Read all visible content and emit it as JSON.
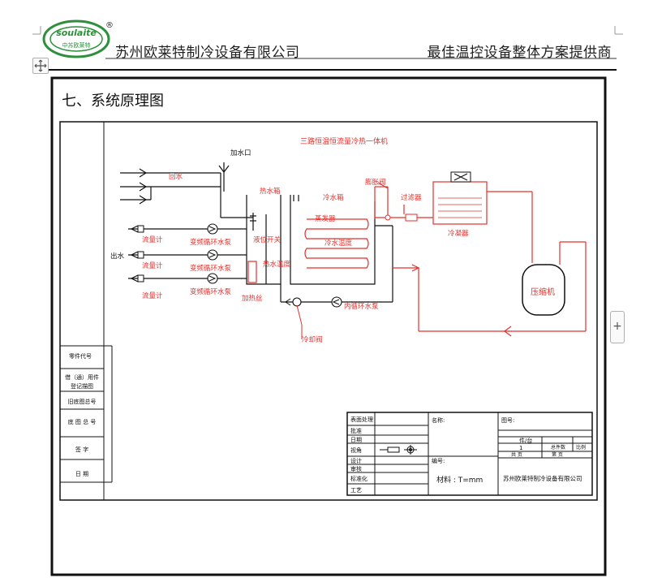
{
  "header": {
    "logo_brand": "soulaite",
    "logo_caption": "中苏欧莱特",
    "registered_mark": "®",
    "company": "苏州欧莱特制冷设备有限公司",
    "slogan": "最佳温控设备整体方案提供商"
  },
  "section_title": "七、系统原理图",
  "diagram": {
    "title": "三路恒温恒流量冷热一体机",
    "labels": {
      "water_inlet": "加水口",
      "return": "回水",
      "outlet": "出水",
      "flowmeter_1": "流量计",
      "flowmeter_2": "流量计",
      "flowmeter_3": "流量计",
      "pump_1": "变频循环水泵",
      "pump_2": "变频循环水泵",
      "pump_3": "变频循环水泵",
      "hot_tank": "热水箱",
      "level_switch": "液位开关",
      "hot_temp": "热水温度",
      "heater": "加热丝",
      "cold_tank": "冷水箱",
      "evaporator": "蒸发器",
      "cold_temp": "冷水温度",
      "internal_pump": "内循环水泵",
      "cooling_valve": "冷却阀",
      "expansion_valve": "膨胀阀",
      "filter": "过滤器",
      "condenser": "冷凝器",
      "compressor": "压缩机"
    }
  },
  "left_block": {
    "part_code": "零件代号",
    "borrow": "借（通）用件",
    "borrow2": "登记描图",
    "old_drawing": "旧底图总号",
    "base_drawing": "底 图 总 号",
    "sign": "签      字",
    "date": "日      期"
  },
  "title_block": {
    "surface": "表面处理",
    "approve": "批准",
    "date": "日期",
    "view": "视角",
    "design": "设计",
    "review": "审核",
    "standard": "标准化",
    "process": "工艺",
    "name": "名称:",
    "code": "编号:",
    "material": "材料 : T=mm",
    "drawing_no": "图号:",
    "pieces": "件/台",
    "total_pieces": "总件数",
    "scale": "比例",
    "qty": "1",
    "sheets_total": "共   页",
    "sheet_no": "第   页",
    "company": "苏州欧莱特制冷设备有限公司"
  },
  "colors": {
    "diagram_red": "#e3322d",
    "line_black": "#111111",
    "logo_green": "#2f8f3c"
  }
}
